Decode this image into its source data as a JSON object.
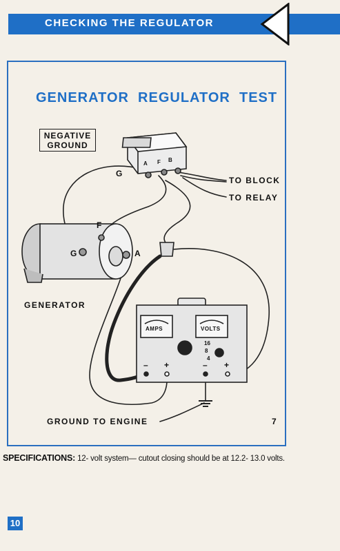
{
  "header": {
    "title": "CHECKING THE REGULATOR"
  },
  "figure": {
    "title": "GENERATOR  REGULATOR  TEST",
    "ground_box": [
      "NEGATIVE",
      "GROUND"
    ],
    "labels": {
      "to_block": "TO BLOCK",
      "to_relay": "TO RELAY",
      "generator": "GENERATOR",
      "ground_to_engine": "GROUND TO ENGINE",
      "figure_number": "7",
      "terminal_g_reg": "G",
      "terminal_f_gen": "F",
      "terminal_g_gen": "G",
      "terminal_a_gen": "A",
      "reg_a": "A",
      "reg_f": "F",
      "reg_b": "B"
    },
    "meter": {
      "amps": "AMPS",
      "volts": "VOLTS",
      "minus_left": "–",
      "plus_left": "+",
      "minus_right": "–",
      "plus_right": "+",
      "scale_16": "16",
      "scale_8": "8",
      "scale_4": "4"
    }
  },
  "specifications": {
    "label": "SPECIFICATIONS:",
    "text": "12- volt system— cutout closing should be at 12.2- 13.0 volts."
  },
  "page": {
    "number": "10"
  },
  "colors": {
    "accent_blue": "#1f6fc6",
    "paper": "#f4f0e8"
  }
}
